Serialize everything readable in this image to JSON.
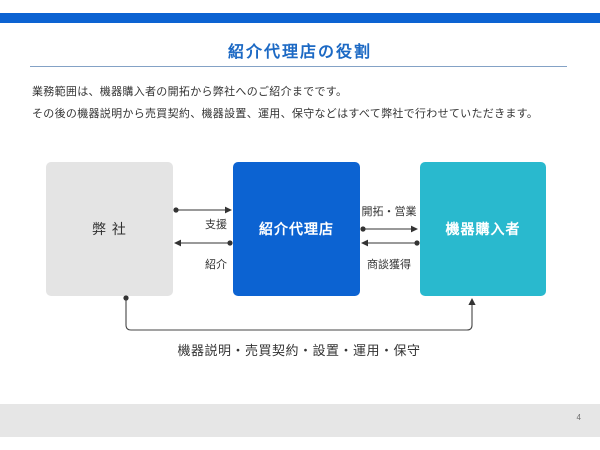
{
  "header": {
    "title": "紹介代理店の役割"
  },
  "intro": {
    "line1": "業務範囲は、機器購入者の開拓から弊社へのご紹介までです。",
    "line2": "その後の機器説明から売買契約、機器設置、運用、保守などはすべて弊社で行わせていただきます。"
  },
  "diagram": {
    "boxes": [
      {
        "id": "our-company",
        "label": "弊 社"
      },
      {
        "id": "referral-agency",
        "label": "紹介代理店"
      },
      {
        "id": "equipment-buyer",
        "label": "機器購入者"
      }
    ],
    "arrow_labels": {
      "support": "支援",
      "referral": "紹介",
      "prospecting_sales": "開拓・営業",
      "deal_acquisition": "商談獲得",
      "bottom_flow": "機器説明・売買契約・設置・運用・保守"
    }
  },
  "footer": {
    "page_number": "4"
  },
  "colors": {
    "accent_blue": "#0c63d2",
    "title_blue": "#1c69c4",
    "box_teal": "#29b9ce",
    "box_gray": "#e4e4e4",
    "footer_gray": "#e6e6e6",
    "arrow_dark": "#333333"
  }
}
